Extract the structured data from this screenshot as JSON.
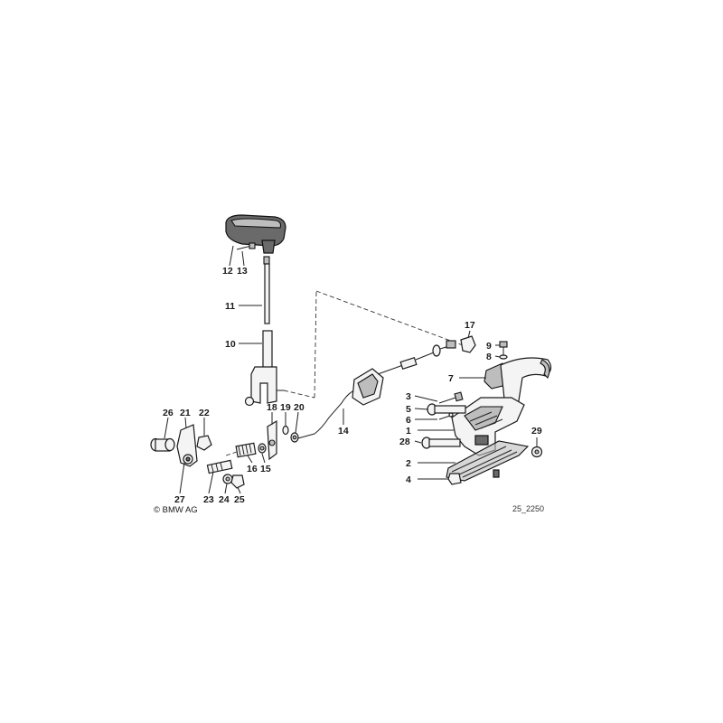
{
  "diagram": {
    "labels": {
      "l1": "1",
      "l2": "2",
      "l3": "3",
      "l4": "4",
      "l5": "5",
      "l6": "6",
      "l7": "7",
      "l8": "8",
      "l9": "9",
      "l10": "10",
      "l11": "11",
      "l12": "12",
      "l13": "13",
      "l14": "14",
      "l15": "15",
      "l16": "16",
      "l17": "17",
      "l18": "18",
      "l19": "19",
      "l20": "20",
      "l21": "21",
      "l22": "22",
      "l23": "23",
      "l24": "24",
      "l25": "25",
      "l26": "26",
      "l27": "27",
      "l28": "28",
      "l29": "29"
    },
    "copyright": "© BMW AG",
    "figure_code": "25_2250"
  }
}
